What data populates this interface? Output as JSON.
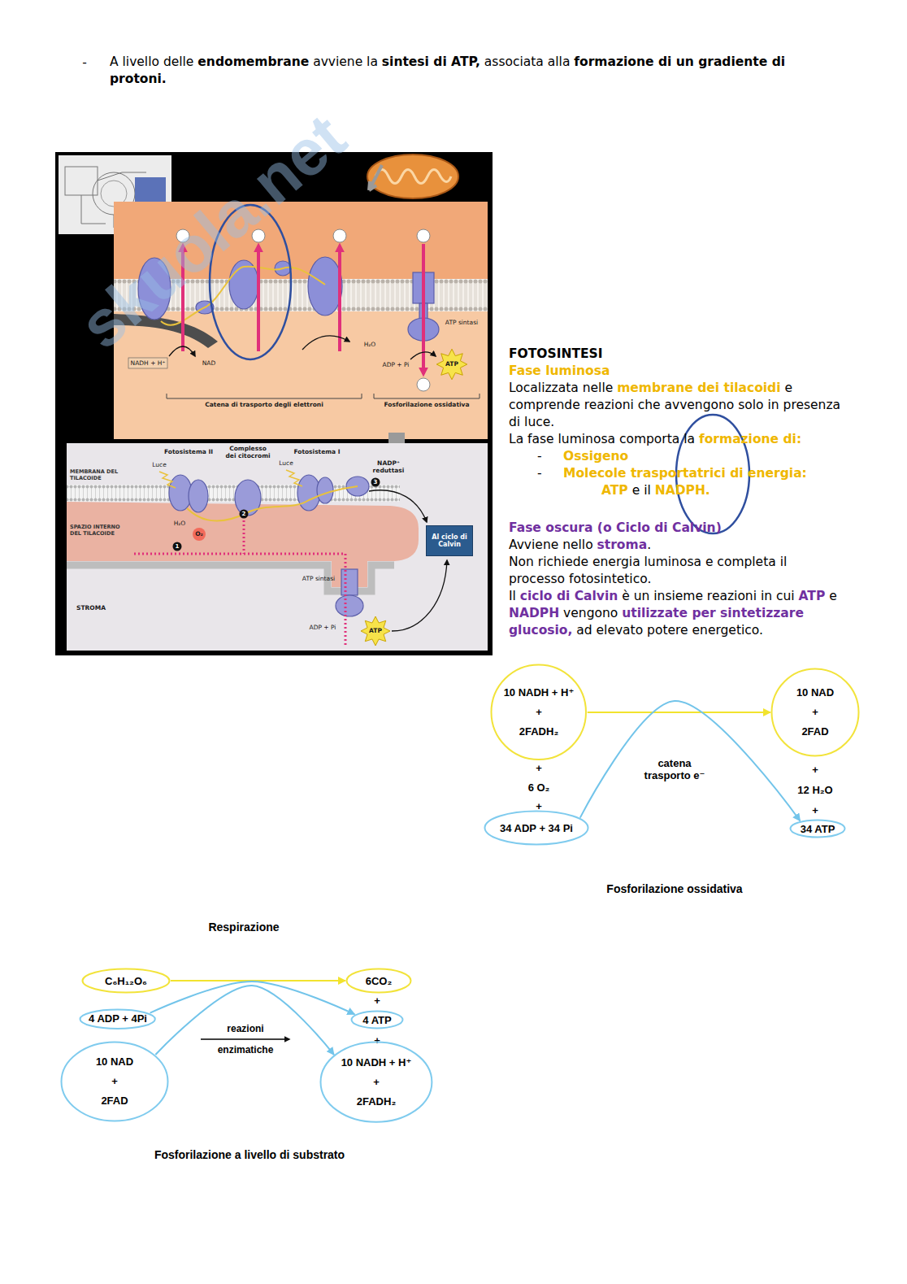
{
  "diagram": {
    "nodes": [
      {
        "text": [
          "Al ciclo di Calvin"
        ]
      },
      {
        "text": [
          "10 NADH + H⁺",
          "+",
          "2FADH₂"
        ]
      },
      {
        "text": [
          "10 NAD",
          "+",
          "2FAD"
        ]
      },
      {
        "text": [
          "34 ADP + 34 Pi"
        ]
      },
      {
        "text": [
          "34 ATP"
        ]
      },
      {
        "text": [
          "C₆H₁₂O₆"
        ]
      },
      {
        "text": [
          "6CO₂"
        ]
      },
      {
        "text": [
          "4 ADP + 4Pi"
        ]
      },
      {
        "text": [
          "4 ATP"
        ]
      },
      {
        "text": [
          "10 NAD",
          "+",
          "2FAD"
        ]
      },
      {
        "text": [
          "10 NADH + H⁺",
          "+",
          "2FADH₂"
        ]
      }
    ],
    "edges": [
      {
        "from": 1,
        "to": 2,
        "arrow": "to"
      },
      {
        "from": 3,
        "to": 4,
        "arrow": "to"
      },
      {
        "from": 5,
        "to": 6,
        "arrow": "to"
      },
      {
        "from": 7,
        "to": 8,
        "arrow": "to"
      },
      {
        "from": 9,
        "to": 10,
        "arrow": "to"
      }
    ],
    "labels": [
      "-",
      "A livello delle",
      "endomembrane",
      "avviene la",
      "sintesi di ATP,",
      "associata alla",
      "formazione di un gradiente di protoni.",
      "skuola.net",
      "NADH + H⁺",
      "NAD",
      "H₂O",
      "ADP + Pi",
      "ATP",
      "ATP sintasi",
      "Catena di trasporto degli elettroni",
      "Fosforilazione ossidativa",
      "Fotosistema II",
      "Complesso dei citocromi",
      "Fotosistema I",
      "Luce",
      "Luce",
      "NADP⁺ reduttasi",
      "H₂O",
      "O₂",
      "STROMA",
      "ATP sintasi",
      "ADP + Pi",
      "ATP",
      "FOTOSINTESI",
      "Fase luminosa",
      "Localizzata nelle",
      "membrane dei tilacoidi",
      "e comprende reazioni che avvengono solo in presenza di luce.",
      "La fase luminosa comporta la",
      "formazione di:",
      "-",
      "Ossigeno",
      "-",
      "Molecole trasportatrici di energia:",
      "ATP",
      "e il",
      "NADPH.",
      "Fase oscura (o Ciclo di Calvin)",
      "Avviene nello",
      "stroma",
      ".",
      "Non richiede energia luminosa e completa il processo fotosintetico.",
      "Il",
      "ciclo di Calvin",
      "è un insieme reazioni in cui",
      "ATP",
      "e",
      "NADPH",
      "vengono",
      "utilizzate per sintetizzare glucosio,",
      "ad elevato potere energetico.",
      "+",
      "6 O₂",
      "+",
      "+",
      "12 H₂O",
      "+",
      "catena trasporto e⁻",
      "Fosforilazione ossidativa",
      "Respirazione",
      "+",
      "+",
      "reazioni",
      "enzimatiche",
      "Fosforilazione a livello di substrato",
      "1",
      "2",
      "3",
      "MEMBRANA DEL TILACOIDE",
      "SPAZIO INTERNO DEL TILACOIDE"
    ]
  }
}
